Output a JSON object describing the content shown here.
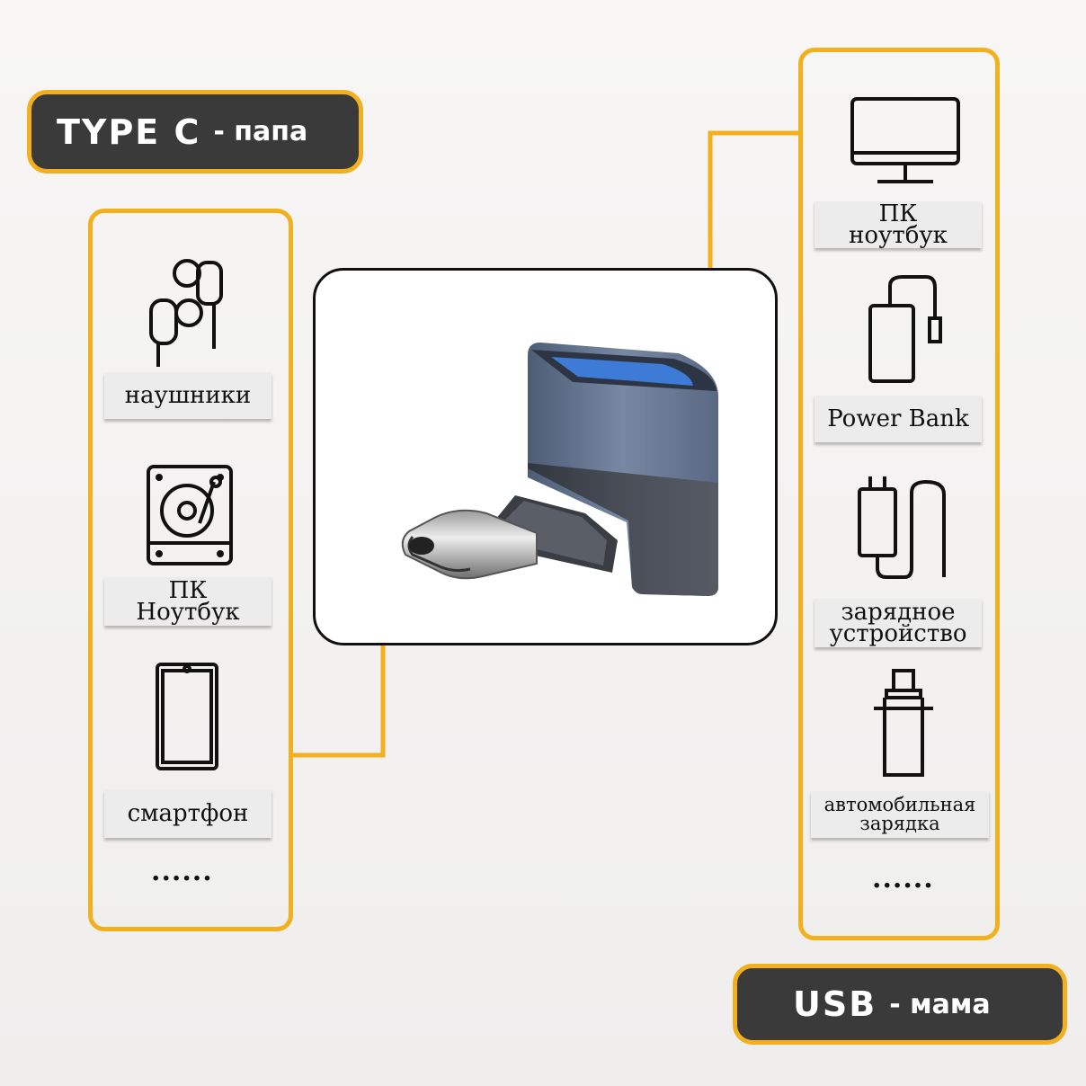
{
  "left_badge": {
    "main": "TYPE C",
    "sub": "- папа"
  },
  "right_badge": {
    "main": "USB",
    "sub": "- мама"
  },
  "left_items": [
    {
      "icon": "earphones-icon",
      "lines": [
        "наушники"
      ]
    },
    {
      "icon": "hard-drive-icon",
      "lines": [
        "ПК",
        "Ноутбук"
      ]
    },
    {
      "icon": "smartphone-icon",
      "lines": [
        "смартфон"
      ]
    }
  ],
  "left_more": "......",
  "right_items": [
    {
      "icon": "monitor-icon",
      "lines": [
        "ПК",
        "ноутбук"
      ]
    },
    {
      "icon": "power-bank-icon",
      "lines": [
        "Power Bank"
      ]
    },
    {
      "icon": "charger-icon",
      "lines": [
        "зарядное",
        "устройство"
      ]
    },
    {
      "icon": "car-charger-icon",
      "lines": [
        "автомобильная",
        "зарядка"
      ]
    }
  ],
  "right_more": "......",
  "colors": {
    "accent": "#f2b01e",
    "badge_bg": "#3a3a3a",
    "connector": "#5e6f8a",
    "usb_tongue": "#3d7bd6"
  }
}
